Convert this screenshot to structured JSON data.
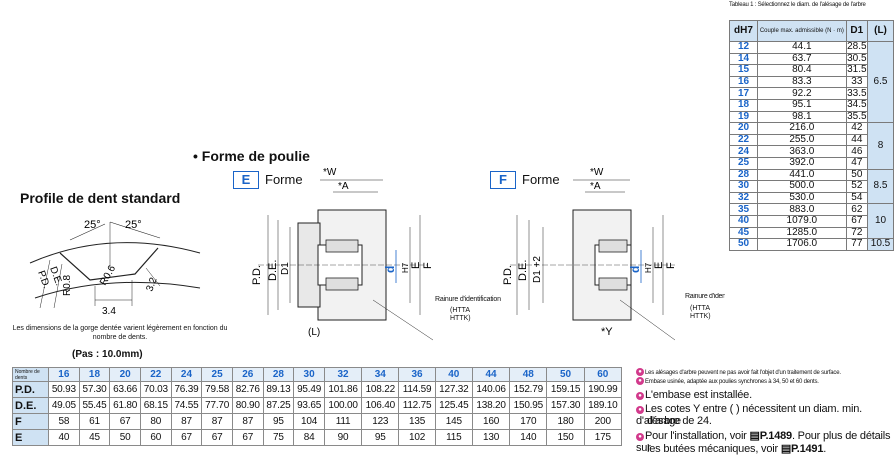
{
  "shaft_table": {
    "caption": "Tableau 1 : Sélectionnez le diam. de l'alésage de l'arbre",
    "headers": {
      "d": "dH7",
      "torque": "Couple max. admissible (N · m)",
      "D1": "D1",
      "L": "(L)"
    },
    "groups": [
      {
        "L": "6.5",
        "rows": [
          [
            "12",
            "44.1",
            "28.5"
          ],
          [
            "14",
            "63.7",
            "30.5"
          ],
          [
            "15",
            "80.4",
            "31.5"
          ],
          [
            "16",
            "83.3",
            "33"
          ],
          [
            "17",
            "92.2",
            "33.5"
          ],
          [
            "18",
            "95.1",
            "34.5"
          ],
          [
            "19",
            "98.1",
            "35.5"
          ]
        ]
      },
      {
        "L": "8",
        "rows": [
          [
            "20",
            "216.0",
            "42"
          ],
          [
            "22",
            "255.0",
            "44"
          ],
          [
            "24",
            "363.0",
            "46"
          ],
          [
            "25",
            "392.0",
            "47"
          ]
        ]
      },
      {
        "L": "8.5",
        "rows": [
          [
            "28",
            "441.0",
            "50"
          ],
          [
            "30",
            "500.0",
            "52"
          ],
          [
            "32",
            "530.0",
            "54"
          ]
        ]
      },
      {
        "L": "10",
        "rows": [
          [
            "35",
            "883.0",
            "62"
          ],
          [
            "40",
            "1079.0",
            "67"
          ],
          [
            "45",
            "1285.0",
            "72"
          ]
        ]
      },
      {
        "L": "10.5",
        "rows": [
          [
            "50",
            "1706.0",
            "77"
          ]
        ]
      }
    ]
  },
  "profile": {
    "title": "Profile de dent standard",
    "angle1": "25°",
    "angle2": "25°",
    "r1": "R0.6",
    "r2": "R0.8",
    "dim1": "3.4",
    "dim2": "3.2",
    "de": "D.E.",
    "pd": "P.D.",
    "note": "Les dimensions de la gorge dentée varient légèrement en fonction du nombre de dents.",
    "pitch": "(Pas : 10.0mm)"
  },
  "poulie": {
    "title": "• Forme de poulie",
    "forme_word": "Forme",
    "E": {
      "letter": "E",
      "w": "*W",
      "a": "*A",
      "pd": "P.D.",
      "de": "D.E.",
      "d1": "D1",
      "d": "d",
      "h7": "H7",
      "e": "E",
      "f": "F",
      "l": "(L)",
      "groove": "Rainure d'identification",
      "code": "(HTTA HTTK)"
    },
    "F": {
      "letter": "F",
      "w": "*W",
      "a": "*A",
      "pd": "P.D.",
      "de": "D.E.",
      "d1": "D1 +2",
      "d": "d",
      "h7": "H7",
      "e": "E",
      "f": "F",
      "y": "*Y",
      "groove": "Rainure d'identificat",
      "code": "(HTTA HTTK)"
    }
  },
  "teeth": {
    "header_label": "Nombre de dents",
    "counts": [
      "16",
      "18",
      "20",
      "22",
      "24",
      "25",
      "26",
      "28",
      "30",
      "32",
      "34",
      "36",
      "40",
      "44",
      "48",
      "50",
      "60"
    ],
    "rows": [
      {
        "label": "P.D.",
        "values": [
          "50.93",
          "57.30",
          "63.66",
          "70.03",
          "76.39",
          "79.58",
          "82.76",
          "89.13",
          "95.49",
          "101.86",
          "108.22",
          "114.59",
          "127.32",
          "140.06",
          "152.79",
          "159.15",
          "190.99"
        ]
      },
      {
        "label": "D.E.",
        "values": [
          "49.05",
          "55.45",
          "61.80",
          "68.15",
          "74.55",
          "77.70",
          "80.90",
          "87.25",
          "93.65",
          "100.00",
          "106.40",
          "112.75",
          "125.45",
          "138.20",
          "150.95",
          "157.30",
          "189.10"
        ]
      },
      {
        "label": "F",
        "values": [
          "58",
          "61",
          "67",
          "80",
          "87",
          "87",
          "87",
          "95",
          "104",
          "111",
          "123",
          "135",
          "145",
          "160",
          "170",
          "180",
          "200"
        ]
      },
      {
        "label": "E",
        "values": [
          "40",
          "45",
          "50",
          "60",
          "67",
          "67",
          "67",
          "75",
          "84",
          "90",
          "95",
          "102",
          "115",
          "130",
          "140",
          "150",
          "175"
        ]
      }
    ]
  },
  "notes": {
    "n1": "Les alésages d'arbre peuvent ne pas avoir fait l'objet d'un traitement de surface.",
    "n2": "Embase usinée, adaptée aux poulies synchrones à 34, 50 et 60 dents.",
    "n3": "L'embase est installée.",
    "n4a": "Les cotes Y entre ( ) nécessitent un diam. min. d'alésage",
    "n4b": "d'arbre de 24.",
    "n5a": "Pour l'installation, voir",
    "n5ref": "P.1489",
    "n5b": ". Pour plus de détails sur",
    "n5c": "les butées mécaniques, voir",
    "n5ref2": "P.1491",
    "n5d": "."
  },
  "colors": {
    "accent": "#1a64c8",
    "header_fill": "#cfe2f3",
    "pin": "#d23a8c"
  }
}
